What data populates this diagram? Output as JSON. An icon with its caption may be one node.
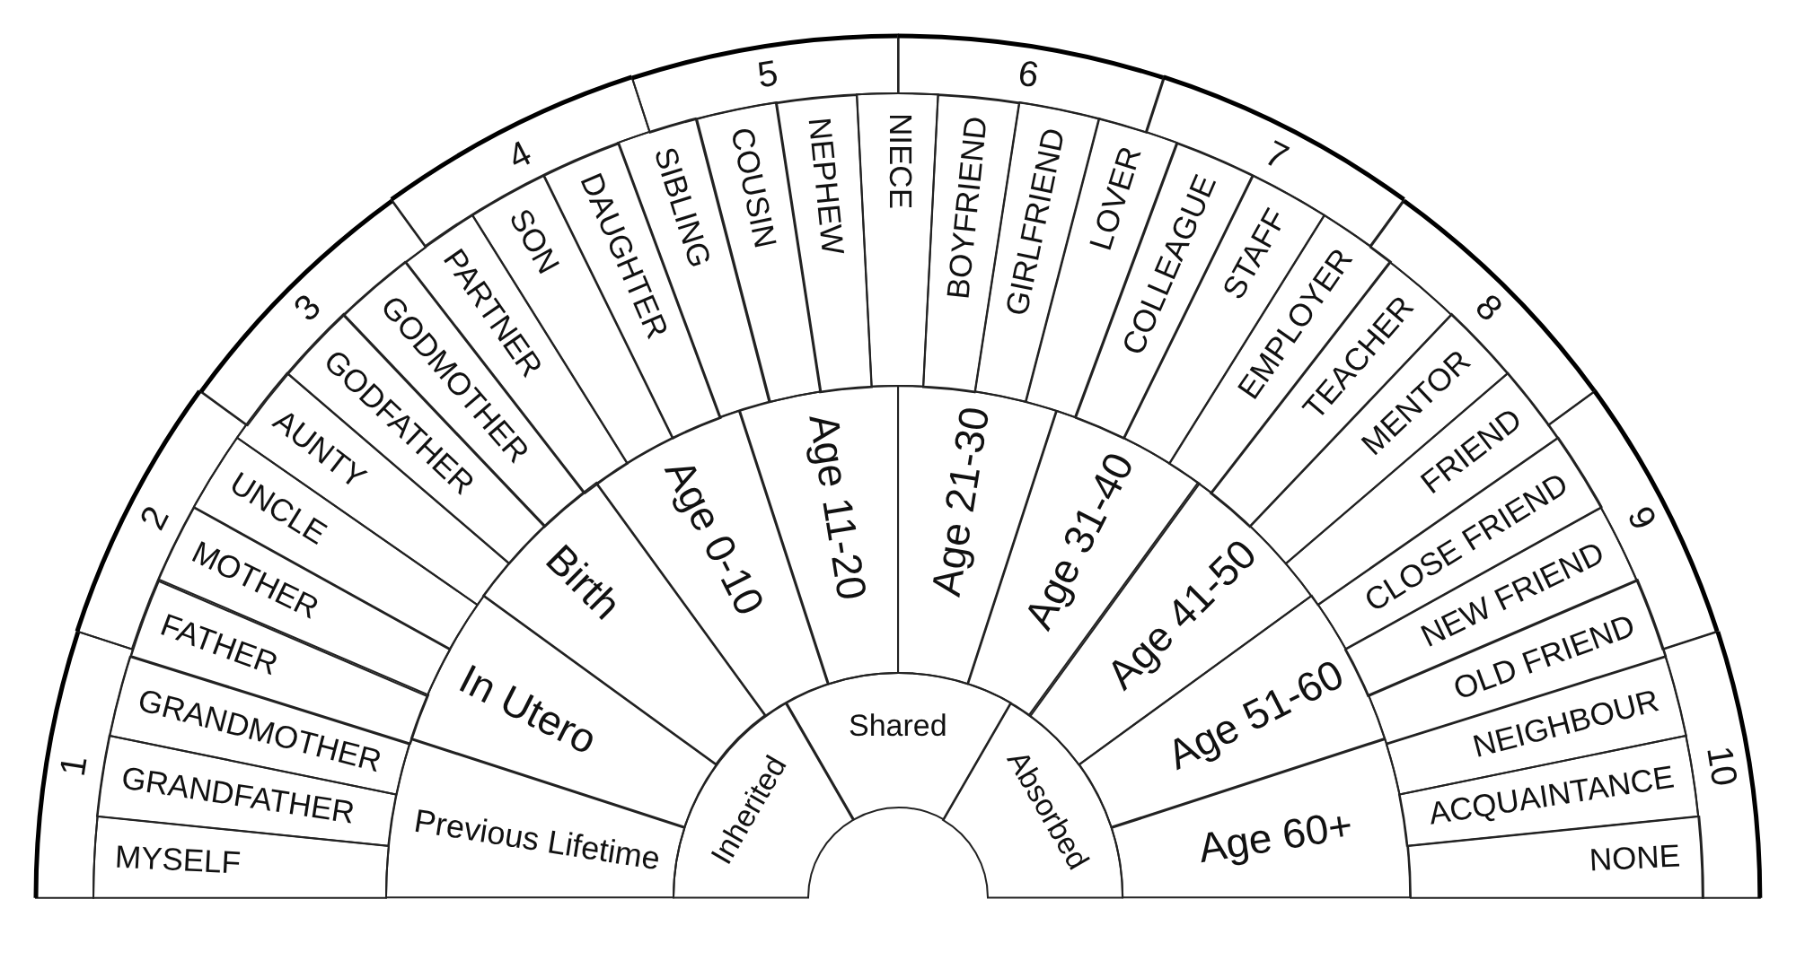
{
  "diagram": {
    "nodes": [
      {
        "text": [
          "1"
        ]
      },
      {
        "text": [
          "2"
        ]
      },
      {
        "text": [
          "3"
        ]
      },
      {
        "text": [
          "4"
        ]
      },
      {
        "text": [
          "5"
        ]
      },
      {
        "text": [
          "6"
        ]
      },
      {
        "text": [
          "7"
        ]
      },
      {
        "text": [
          "8"
        ]
      },
      {
        "text": [
          "9"
        ]
      },
      {
        "text": [
          "10"
        ]
      },
      {
        "text": [
          "MYSELF"
        ]
      },
      {
        "text": [
          "GRANDFATHER"
        ]
      },
      {
        "text": [
          "GRANDMOTHER"
        ]
      },
      {
        "text": [
          "FATHER"
        ]
      },
      {
        "text": [
          "MOTHER"
        ]
      },
      {
        "text": [
          "UNCLE"
        ]
      },
      {
        "text": [
          "AUNTY"
        ]
      },
      {
        "text": [
          "GODFATHER"
        ]
      },
      {
        "text": [
          "GODMOTHER"
        ]
      },
      {
        "text": [
          "PARTNER"
        ]
      },
      {
        "text": [
          "SON"
        ]
      },
      {
        "text": [
          "DAUGHTER"
        ]
      },
      {
        "text": [
          "SIBLING"
        ]
      },
      {
        "text": [
          "COUSIN"
        ]
      },
      {
        "text": [
          "NEPHEW"
        ]
      },
      {
        "text": [
          "NIECE"
        ]
      },
      {
        "text": [
          "BOYFRIEND"
        ]
      },
      {
        "text": [
          "GIRLFRIEND"
        ]
      },
      {
        "text": [
          "LOVER"
        ]
      },
      {
        "text": [
          "COLLEAGUE"
        ]
      },
      {
        "text": [
          "STAFF"
        ]
      },
      {
        "text": [
          "EMPLOYER"
        ]
      },
      {
        "text": [
          "TEACHER"
        ]
      },
      {
        "text": [
          "MENTOR"
        ]
      },
      {
        "text": [
          "FRIEND"
        ]
      },
      {
        "text": [
          "CLOSE FRIEND"
        ]
      },
      {
        "text": [
          "NEW FRIEND"
        ]
      },
      {
        "text": [
          "OLD FRIEND"
        ]
      },
      {
        "text": [
          "NEIGHBOUR"
        ]
      },
      {
        "text": [
          "ACQUAINTANCE"
        ]
      },
      {
        "text": [
          "NONE"
        ]
      },
      {
        "text": [
          "Previous Lifetime"
        ]
      },
      {
        "text": [
          "In Utero"
        ]
      },
      {
        "text": [
          "Birth"
        ]
      },
      {
        "text": [
          "Age 0-10"
        ]
      },
      {
        "text": [
          "Age 11-20"
        ]
      },
      {
        "text": [
          "Age 21-30"
        ]
      },
      {
        "text": [
          "Age 31-40"
        ]
      },
      {
        "text": [
          "Age 41-50"
        ]
      },
      {
        "text": [
          "Age 51-60"
        ]
      },
      {
        "text": [
          "Age 60+"
        ]
      },
      {
        "text": [
          "Inherited"
        ]
      },
      {
        "text": [
          "Shared"
        ]
      },
      {
        "text": [
          "Absorbed"
        ]
      }
    ]
  }
}
